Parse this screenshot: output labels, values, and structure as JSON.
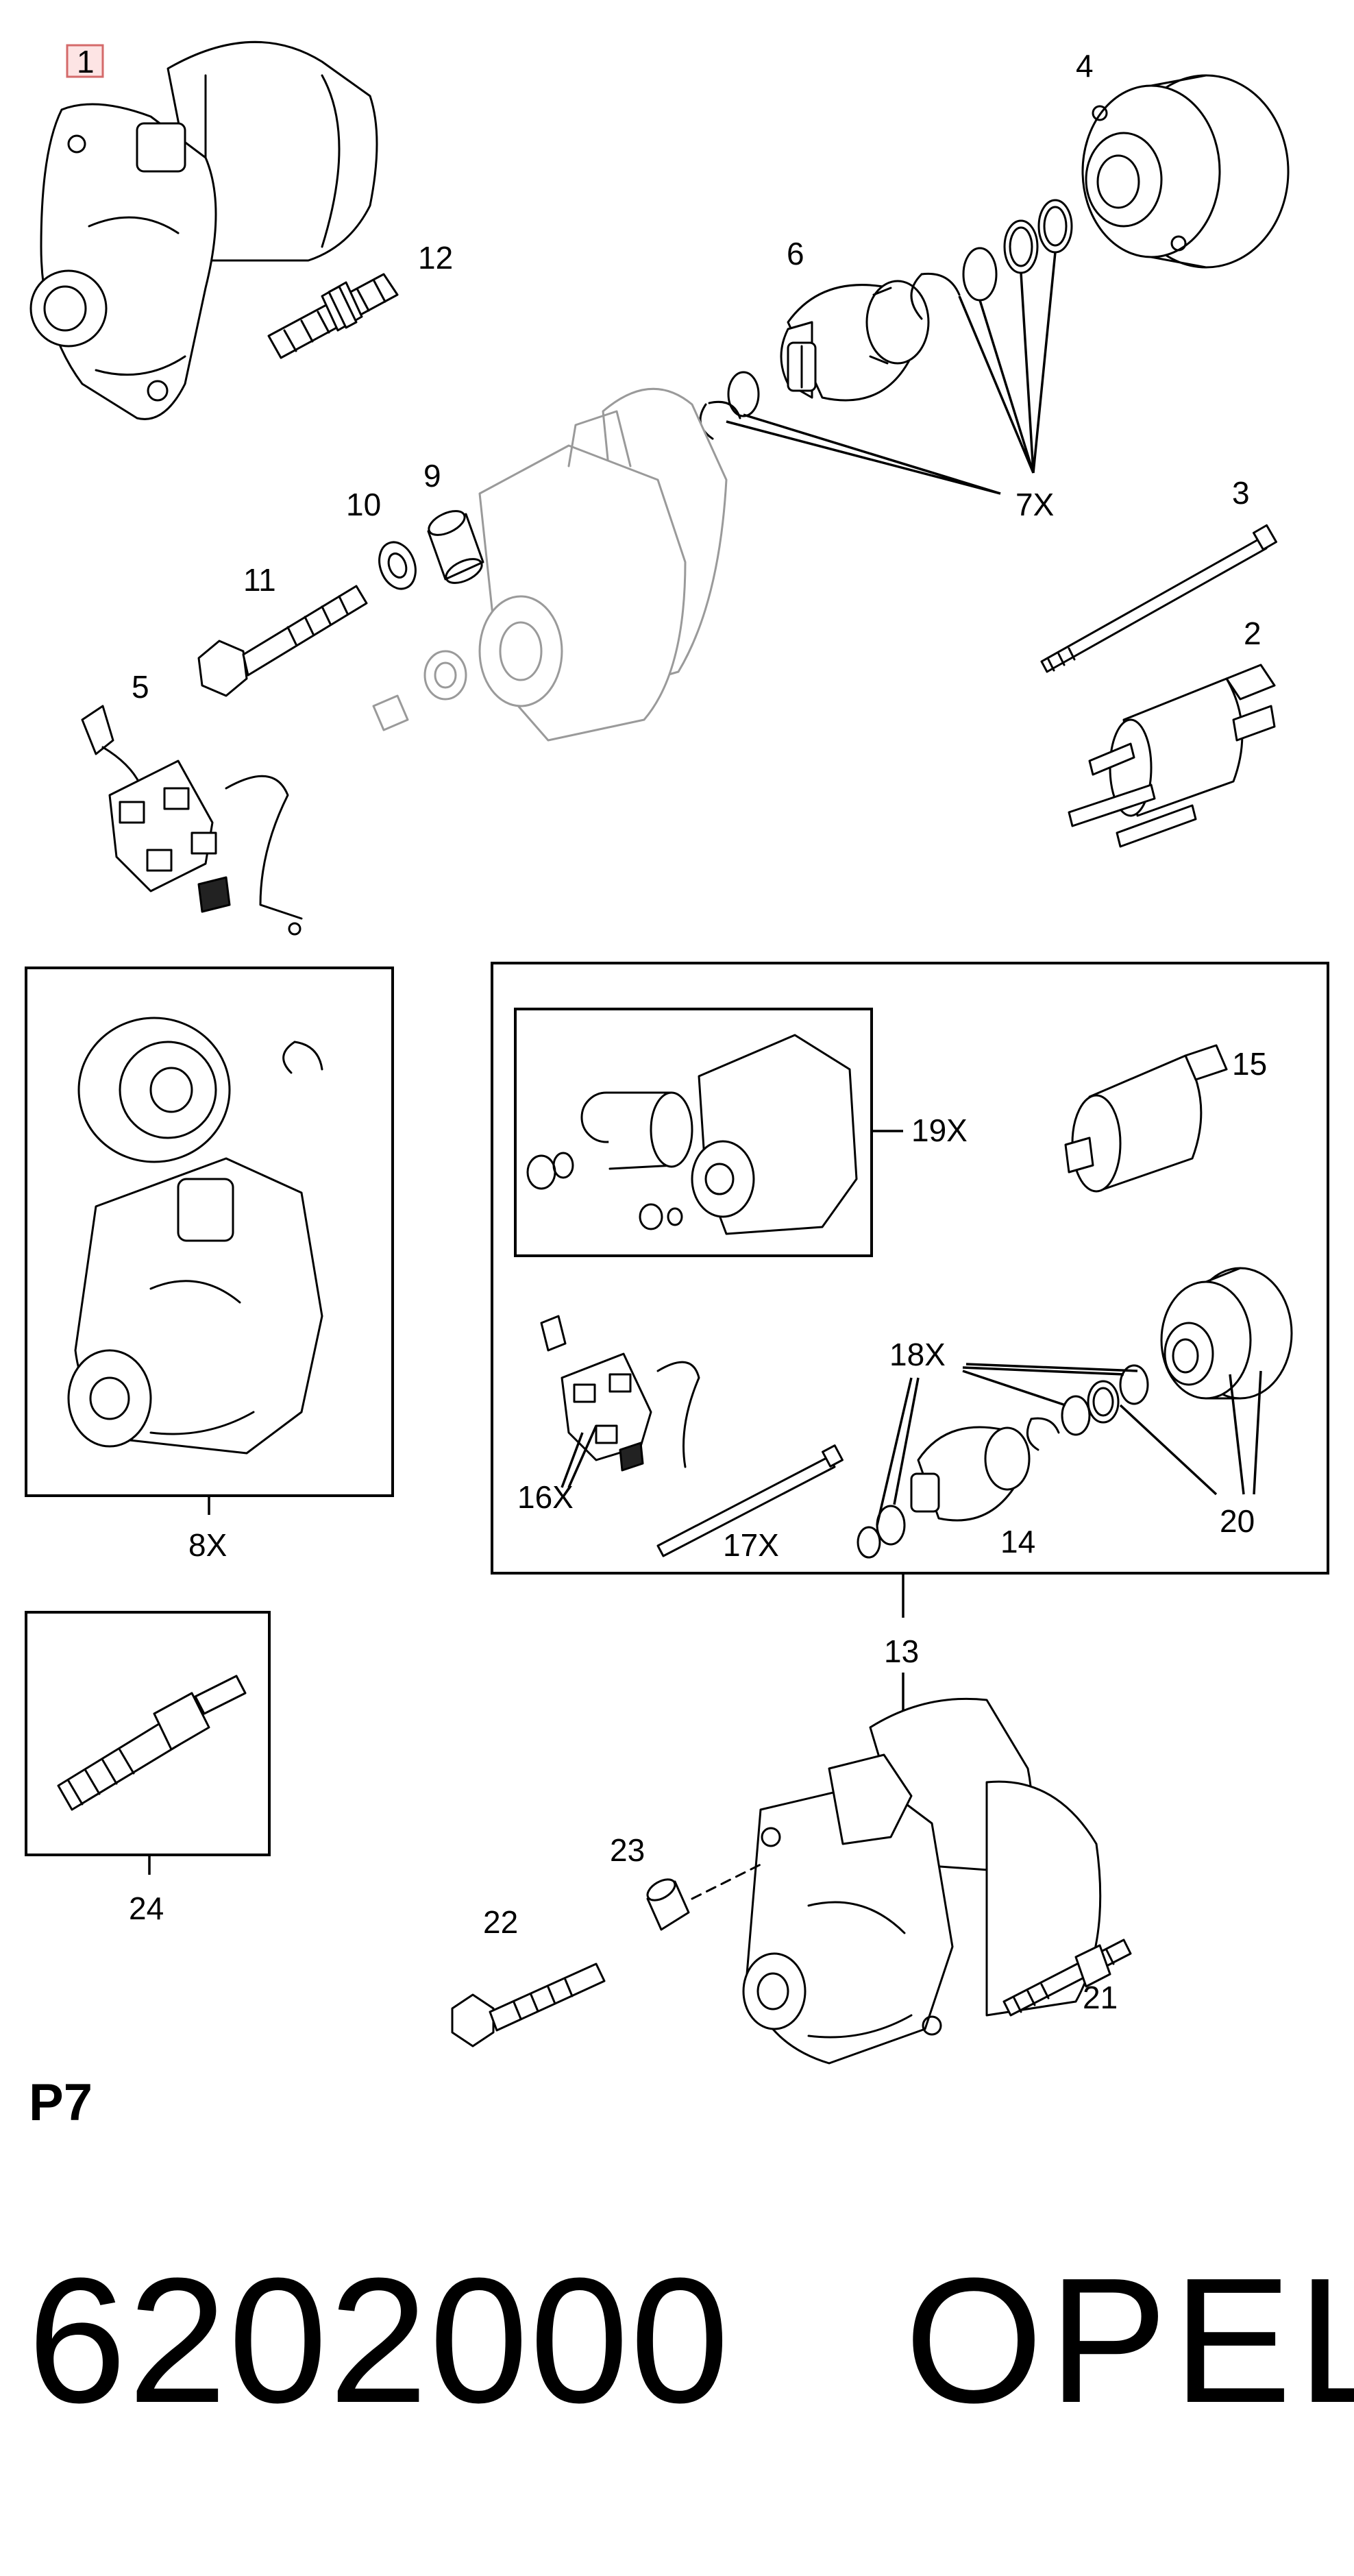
{
  "diagram": {
    "part_labels": {
      "p1": "1",
      "p2": "2",
      "p3": "3",
      "p4": "4",
      "p5": "5",
      "p6": "6",
      "p7x": "7X",
      "p8x": "8X",
      "p9": "9",
      "p10": "10",
      "p11": "11",
      "p12": "12",
      "p13": "13",
      "p14": "14",
      "p15": "15",
      "p16x": "16X",
      "p17x": "17X",
      "p18x": "18X",
      "p19x": "19X",
      "p20": "20",
      "p21": "21",
      "p22": "22",
      "p23": "23",
      "p24": "24"
    },
    "highlight_color": "#e8a0a0"
  },
  "page": {
    "group_tag": "P7",
    "part_number": "6202000",
    "brand": "OPEL"
  }
}
